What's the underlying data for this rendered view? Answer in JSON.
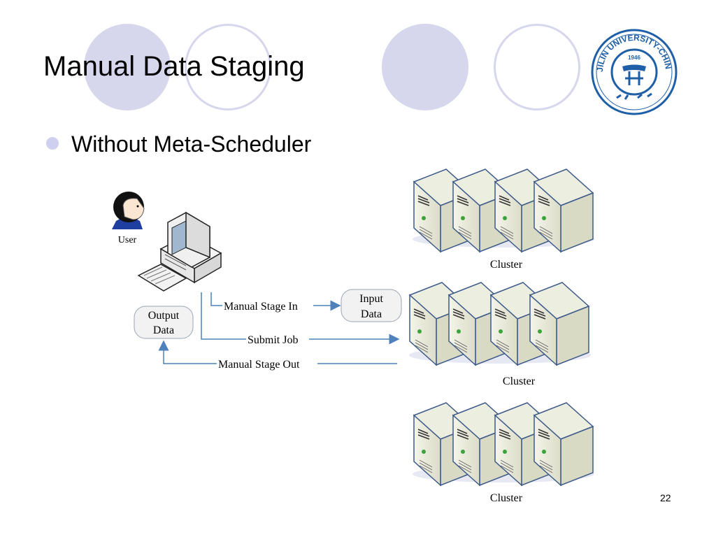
{
  "slide": {
    "title": "Manual Data Staging",
    "bullet": "Without Meta-Scheduler",
    "page_number": "22"
  },
  "logo": {
    "text": "JILIN UNIVERSITY-CHINA",
    "year": "1946"
  },
  "diagram": {
    "user_label": "User",
    "output_data_label": [
      "Output",
      "Data"
    ],
    "input_data_label": [
      "Input",
      "Data"
    ],
    "flows": {
      "stage_in": "Manual Stage In",
      "submit": "Submit Job",
      "stage_out": "Manual Stage Out"
    },
    "clusters": [
      "Cluster",
      "Cluster",
      "Cluster"
    ]
  },
  "colors": {
    "accent": "#d6d6ec",
    "arrow": "#4f81bd",
    "logo_blue": "#1f5fa8"
  }
}
